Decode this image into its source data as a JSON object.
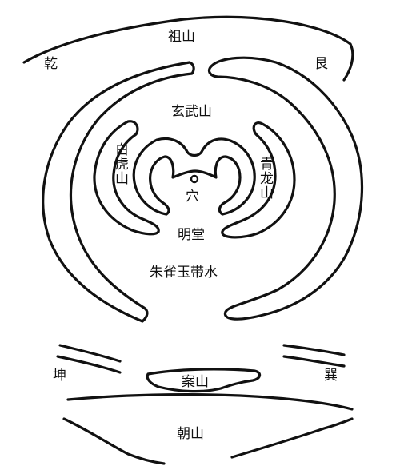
{
  "labels": {
    "ancestral_mountain": "祖山",
    "qian": "乾",
    "gen": "艮",
    "xuanwu_mountain": "玄武山",
    "white_tiger_mountain": "白虎山",
    "azure_dragon_mountain": "青龙山",
    "cave": "穴",
    "bright_hall": "明堂",
    "vermilion_bird_jade_belt_water": "朱雀玉带水",
    "kun": "坤",
    "xun": "巽",
    "table_mountain": "案山",
    "facing_mountain": "朝山"
  }
}
